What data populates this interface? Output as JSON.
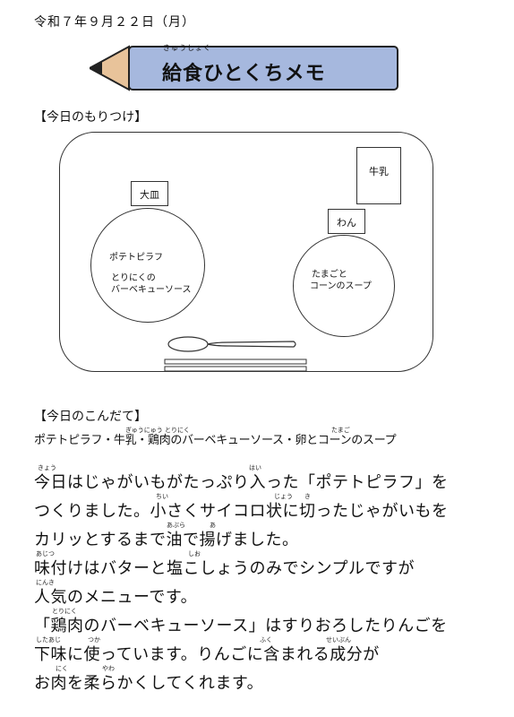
{
  "date": "令和７年９月２２日（月）",
  "banner": {
    "ruby": "きゅうしょく",
    "title": "給食ひとくちメモ"
  },
  "sections": {
    "moritsuke": "【今日のもりつけ】",
    "kondate": "【今日のこんだて】"
  },
  "tray": {
    "milk": "牛乳",
    "plate_label": "大皿",
    "bowl_label": "わん",
    "plate_items": [
      "ポテトピラフ",
      "とりにくの",
      "バーベキューソース"
    ],
    "bowl_items": [
      "たまごと",
      "コーンのスープ"
    ]
  },
  "menu": {
    "text": "ポテトピラフ・牛乳・鶏肉のバーベキューソース・卵とコーンのスープ",
    "ruby_milk": "ぎゅうにゅう",
    "ruby_chicken": "とりにく",
    "ruby_egg": "たまご"
  },
  "body": [
    {
      "text": "今日はじゃがいもがたっぷり入った「ポテトピラフ」を",
      "ruby": [
        [
          "きょう",
          42
        ],
        [
          "はい",
          278
        ]
      ]
    },
    {
      "text": "つくりました。小さくサイコロ状に切ったじゃがいもを",
      "ruby": [
        [
          "ちい",
          174
        ],
        [
          "じょう",
          306
        ],
        [
          "き",
          340
        ]
      ]
    },
    {
      "text": "カリッとするまで油で揚げました。",
      "ruby": [
        [
          "あぶら",
          186
        ],
        [
          "あ",
          234
        ]
      ]
    },
    {
      "text": "味付けはバターと塩こしょうのみでシンプルですが",
      "ruby": [
        [
          "あじつ",
          40
        ],
        [
          "しお",
          210
        ]
      ]
    },
    {
      "text": "人気のメニューです。",
      "ruby": [
        [
          "にんき",
          40
        ]
      ]
    },
    {
      "text": "「鶏肉のバーベキューソース」はすりおろしたりんごを",
      "ruby": [
        [
          "とりにく",
          58
        ]
      ]
    },
    {
      "text": "下味に使っています。りんごに含まれる成分が",
      "ruby": [
        [
          "したあじ",
          40
        ],
        [
          "つか",
          98
        ],
        [
          "ふく",
          290
        ],
        [
          "せいぶん",
          364
        ]
      ]
    },
    {
      "text": "お肉を柔らかくしてくれます。",
      "ruby": [
        [
          "にく",
          62
        ],
        [
          "やわ",
          114
        ]
      ]
    }
  ]
}
